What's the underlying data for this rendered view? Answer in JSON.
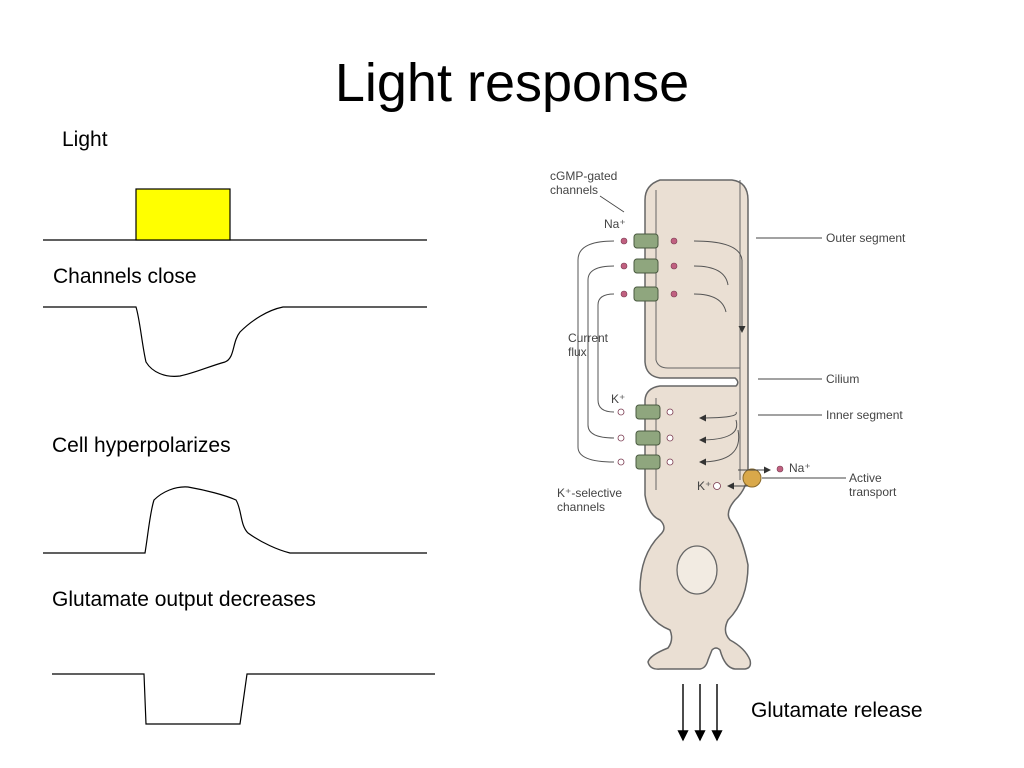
{
  "slide": {
    "title": "Light response",
    "traces": [
      {
        "label": "Light"
      },
      {
        "label": "Channels close"
      },
      {
        "label": "Cell hyperpolarizes"
      },
      {
        "label": "Glutamate output decreases"
      }
    ]
  },
  "diagram": {
    "cgmp_label_1": "cGMP-gated",
    "cgmp_label_2": "channels",
    "na_top": "Na⁺",
    "current_flux_1": "Current",
    "current_flux_2": "flux",
    "k_label": "K⁺",
    "k_selective_1": "K⁺-selective",
    "k_selective_2": "channels",
    "outer_segment": "Outer segment",
    "cilium": "Cilium",
    "inner_segment": "Inner segment",
    "na_pump": "Na⁺",
    "k_pump": "K⁺",
    "active_transport_1": "Active",
    "active_transport_2": "transport",
    "glutamate_release": "Glutamate release"
  },
  "colors": {
    "light_box": "#ffff00",
    "cell_fill": "#eadfd3",
    "channel": "#8fa67e",
    "pump": "#d9a84a",
    "ion_dot": "#c06080"
  }
}
